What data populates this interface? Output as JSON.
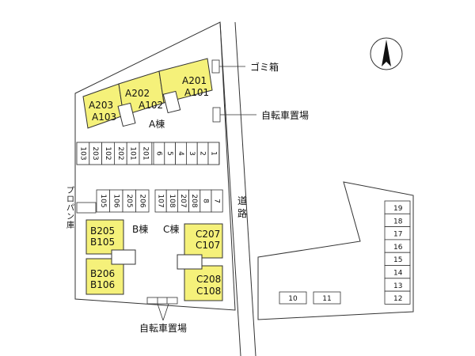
{
  "buildings": {
    "a": {
      "label": "A棟",
      "units": [
        [
          "A203",
          "A103"
        ],
        [
          "A202",
          "A102"
        ],
        [
          "A201",
          "A101"
        ]
      ]
    },
    "b": {
      "label": "B棟",
      "units": [
        [
          "B205",
          "B105"
        ],
        [
          "B206",
          "B106"
        ]
      ]
    },
    "c": {
      "label": "C棟",
      "units": [
        [
          "C207",
          "C107"
        ],
        [
          "C208",
          "C108"
        ]
      ]
    }
  },
  "labels": {
    "trash": "ゴミ箱",
    "bike_top": "自転車置場",
    "bike_bottom": "自転車置場",
    "road": "道路",
    "propane": "プロパン庫"
  },
  "parking": {
    "row_top_left": [
      "103",
      "203",
      "102",
      "202",
      "101",
      "201"
    ],
    "row_top_right": [
      "6",
      "5",
      "4",
      "3",
      "2",
      "1"
    ],
    "row_mid_left": [
      "105",
      "106",
      "205",
      "206"
    ],
    "row_mid_right": [
      "107",
      "108",
      "207",
      "208",
      "8",
      "7"
    ],
    "lot_bottom": [
      "10",
      "11"
    ],
    "lot_right": [
      "19",
      "18",
      "17",
      "16",
      "15",
      "14",
      "13",
      "12"
    ]
  },
  "colors": {
    "building": "#f5f17a",
    "outline": "#333333"
  }
}
